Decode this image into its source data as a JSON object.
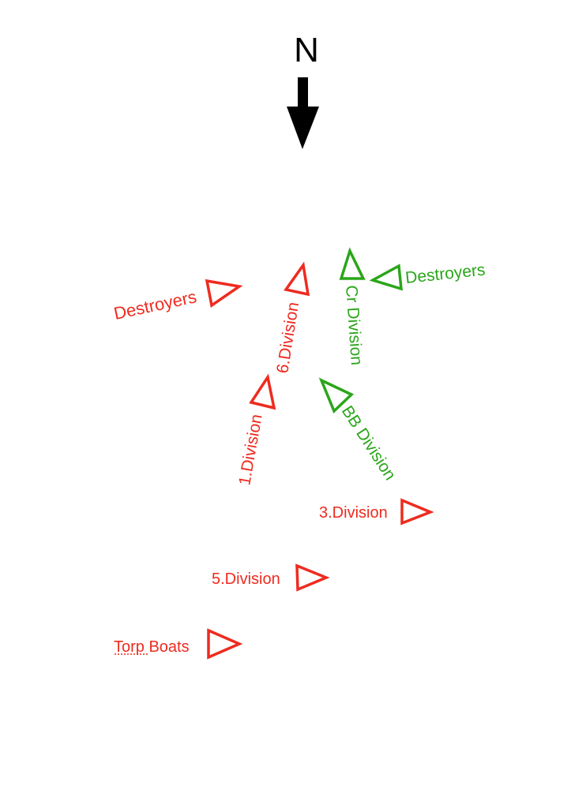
{
  "colors": {
    "red_fleet": "#ee2b1f",
    "green_fleet": "#2aa61a",
    "north": "#000000"
  },
  "north": {
    "label": "N",
    "icon": "north-arrow-icon"
  },
  "red_units": {
    "destroyers": "Destroyers",
    "div6": "6.Division",
    "div1": "1.Division",
    "div3": "3.Division",
    "div5": "5.Division",
    "torp_boats_1": "Torp",
    "torp_boats_2": " Boats"
  },
  "green_units": {
    "cruisers": "Cr Division",
    "destroyers": "Destroyers",
    "battleships": "BB Division"
  }
}
